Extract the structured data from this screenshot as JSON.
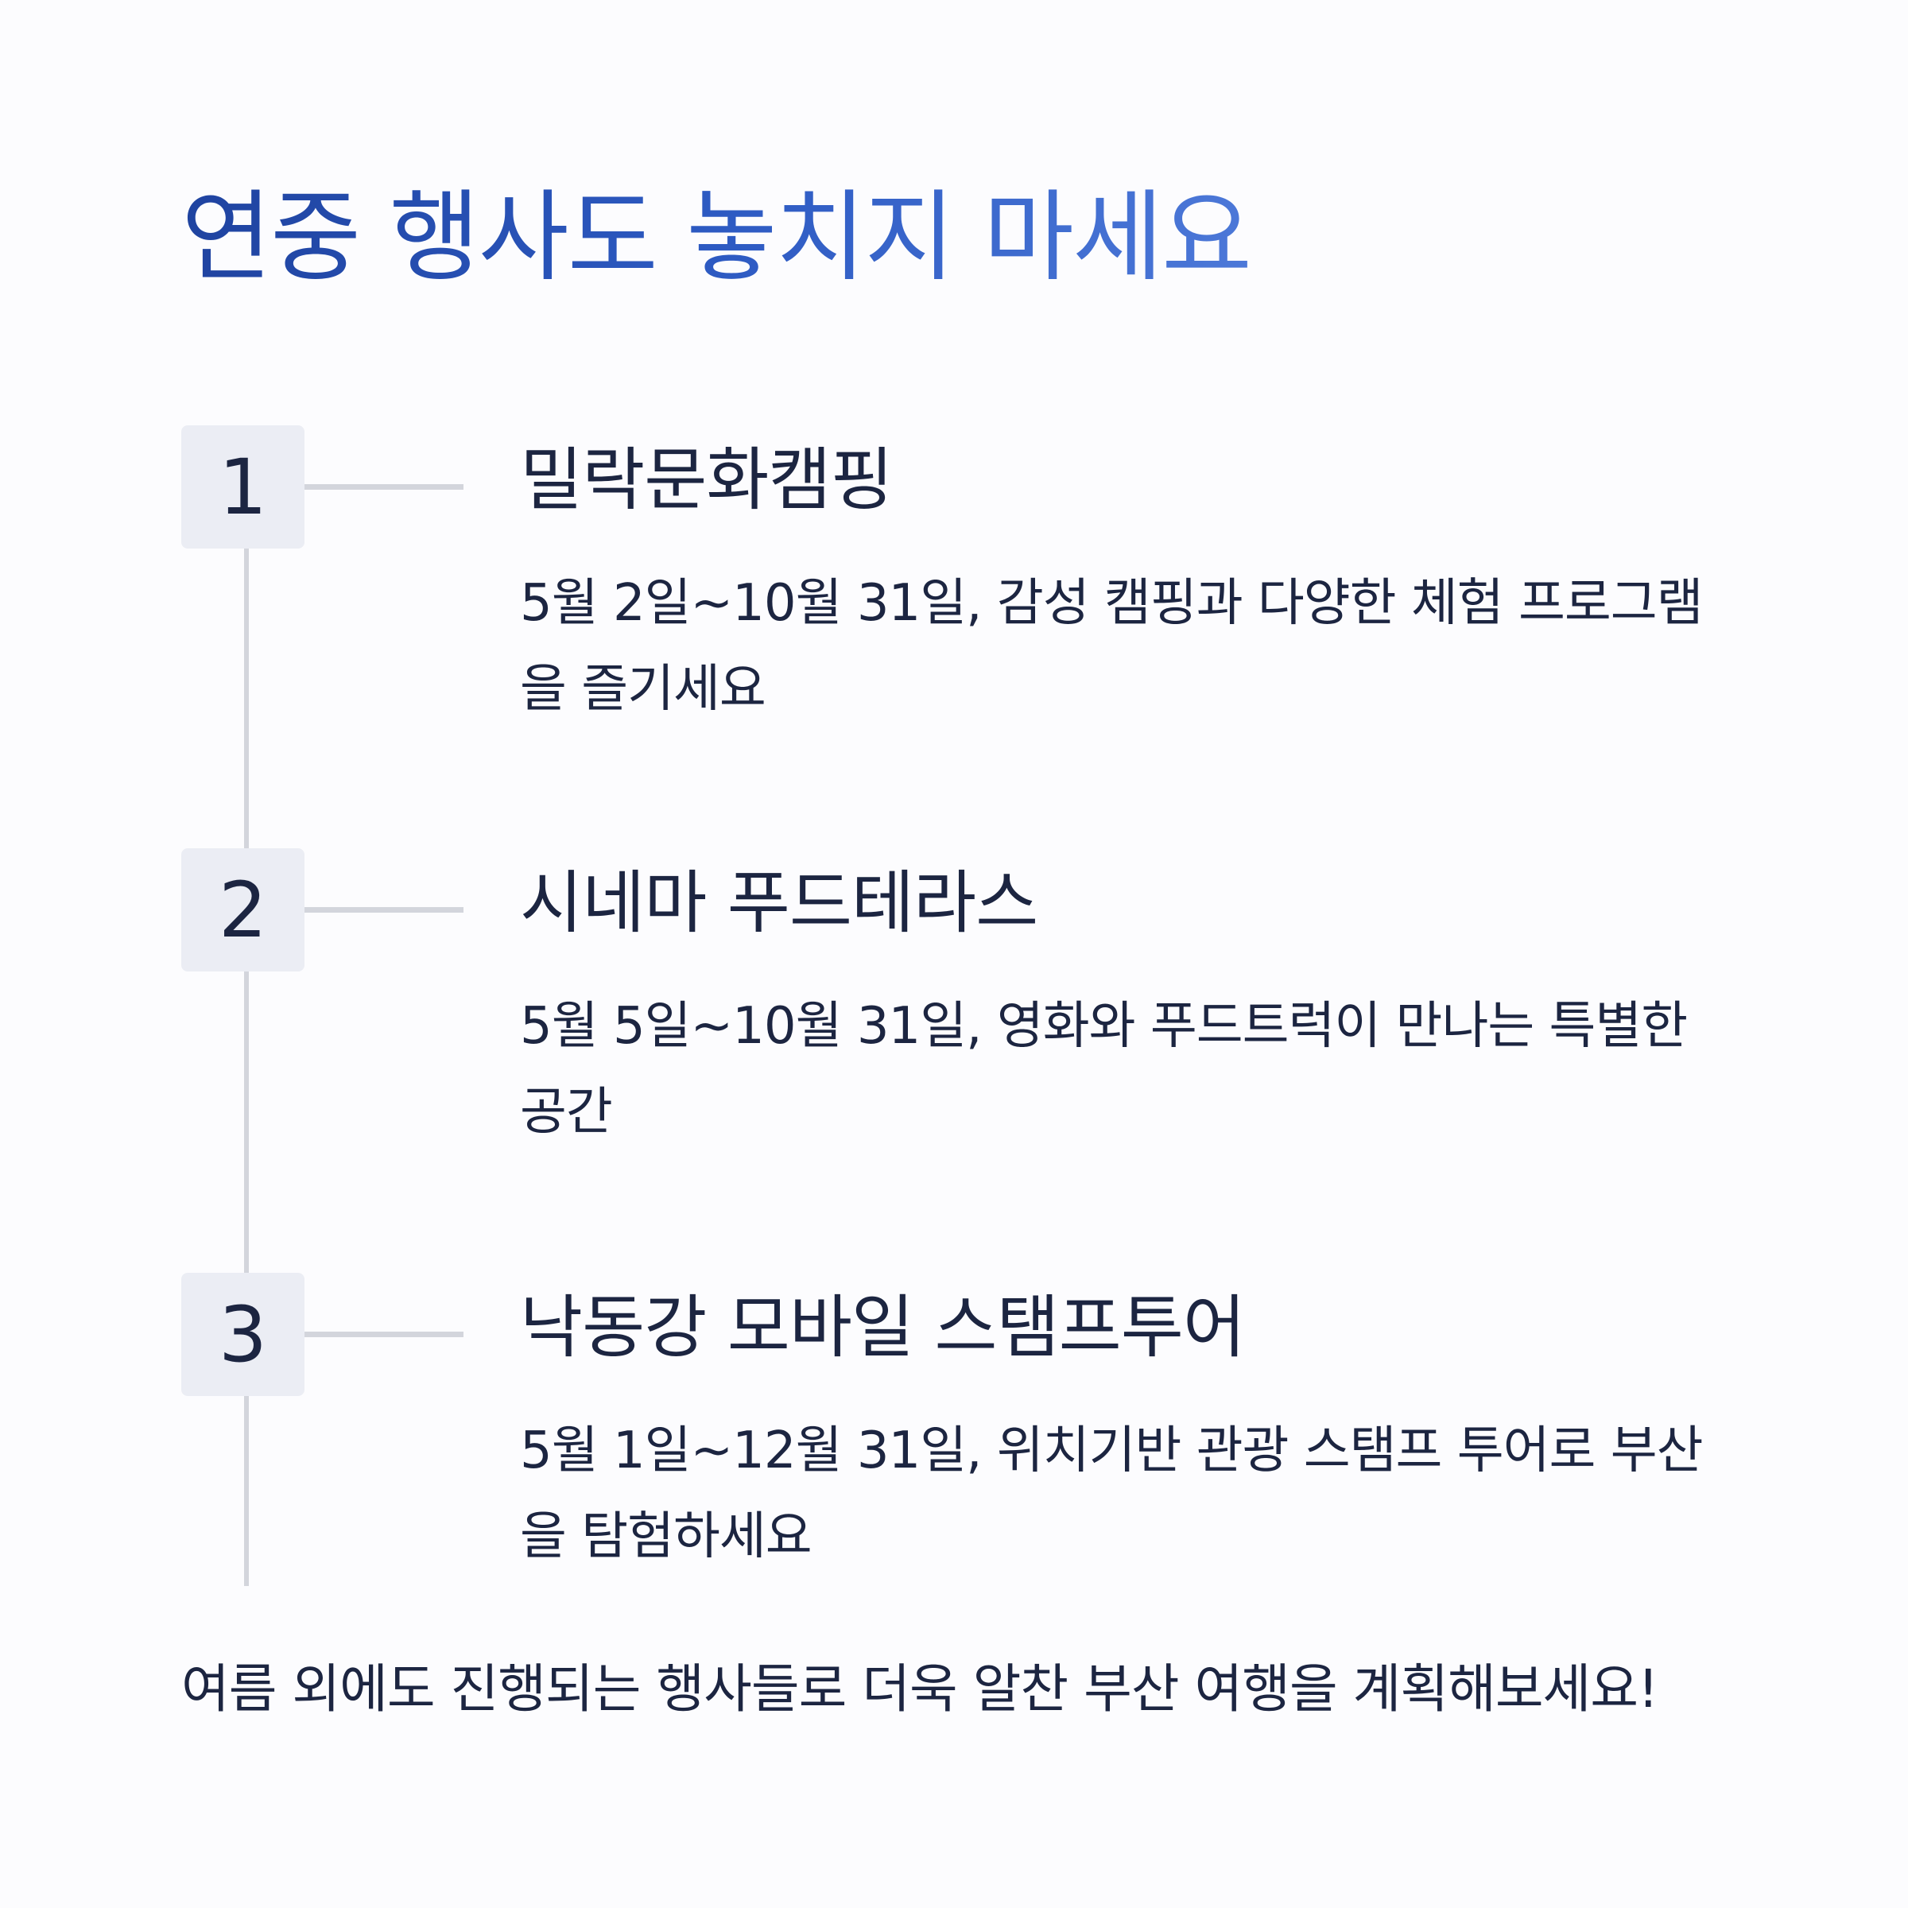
{
  "header": {
    "title": "연중 행사도 놓치지 마세요"
  },
  "events": [
    {
      "number": "1",
      "title": "밀락문화캠핑",
      "description": "5월 2일~10월 31일, 감성 캠핑과 다양한 체험 프로그램을 즐기세요"
    },
    {
      "number": "2",
      "title": "시네마 푸드테라스",
      "description": "5월 5일~10월 31일, 영화와 푸드트럭이 만나는 특별한 공간"
    },
    {
      "number": "3",
      "title": "낙동강 모바일 스탬프투어",
      "description": "5월 1일~12월 31일, 위치기반 관광 스탬프 투어로 부산을 탐험하세요"
    }
  ],
  "footer": {
    "text": "여름 외에도 진행되는 행사들로 더욱 알찬 부산 여행을 계획해보세요!"
  },
  "colors": {
    "title_gradient_start": "#1f43a0",
    "title_gradient_end": "#4c78d8",
    "text": "#1c2541",
    "number_box": "#ebedf4",
    "timeline": "#d3d5dc",
    "background": "#fcfcfe"
  }
}
